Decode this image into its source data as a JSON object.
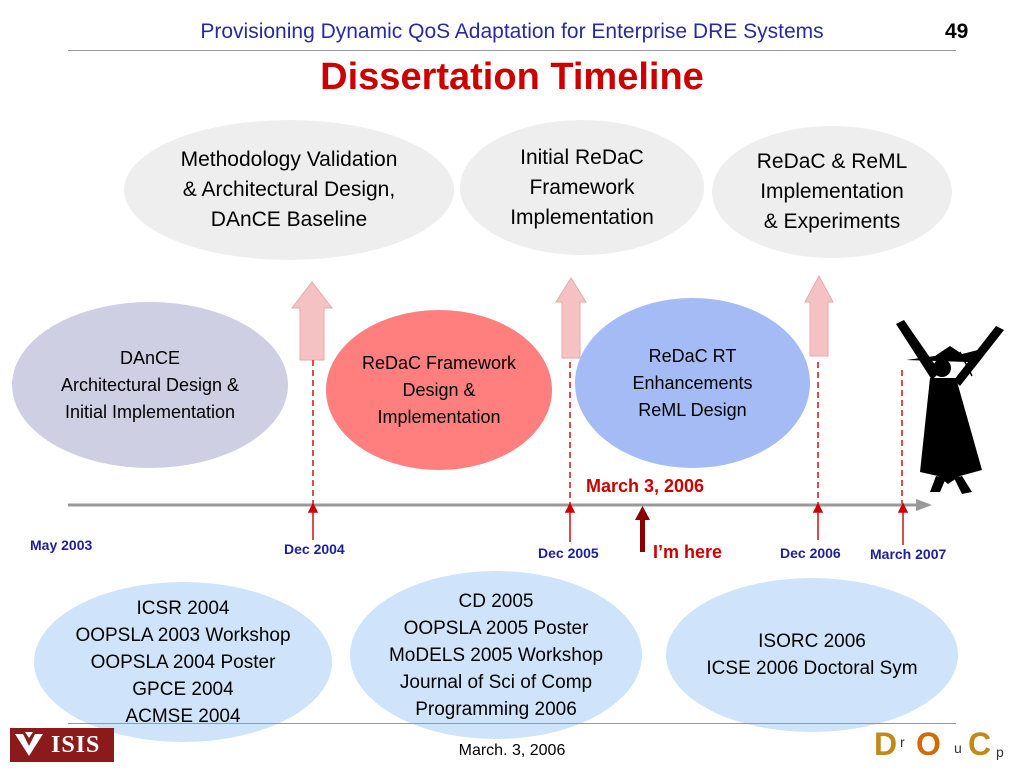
{
  "header": {
    "title": "Provisioning Dynamic QoS Adaptation for Enterprise DRE Systems",
    "page_number": "49"
  },
  "main_title": "Dissertation Timeline",
  "top_goals": [
    {
      "text": "Methodology Validation\n& Architectural Design,\nDAnCE Baseline"
    },
    {
      "text": "Initial ReDaC\nFramework\nImplementation"
    },
    {
      "text": "ReDaC & ReML\nImplementation\n& Experiments"
    }
  ],
  "phases": [
    {
      "text": "DAnCE\nArchitectural Design &\nInitial Implementation",
      "color": "#cfcfe3"
    },
    {
      "text": "ReDaC Framework\nDesign &\nImplementation",
      "color": "#ff7f7f"
    },
    {
      "text": "ReDaC RT\nEnhancements\nReML Design",
      "color": "#a4bbf5"
    }
  ],
  "timeline": {
    "current_date": "March 3, 2006",
    "here_label": "I’m here",
    "dates": [
      "May 2003",
      "Dec 2004",
      "Dec 2005",
      "Dec 2006",
      "March 2007"
    ],
    "accent_color": "#cc0000"
  },
  "publications": [
    {
      "text": "ICSR 2004\nOOPSLA 2003 Workshop\nOOPSLA 2004 Poster\nGPCE 2004\nACMSE 2004"
    },
    {
      "text": "CD 2005\nOOPSLA 2005 Poster\nMoDELS 2005 Workshop\nJournal of Sci of Comp\nProgramming 2006"
    },
    {
      "text": "ISORC 2006\nICSE 2006 Doctoral Sym"
    }
  ],
  "footer": {
    "date": "March. 3, 2006",
    "left_logo_text": "ISIS",
    "right_logo_letters": [
      "D",
      "r",
      "O",
      "u",
      "C",
      "p"
    ]
  },
  "icons": [
    "graduate-figure-icon",
    "isis-logo-icon",
    "doc-group-logo-icon"
  ]
}
